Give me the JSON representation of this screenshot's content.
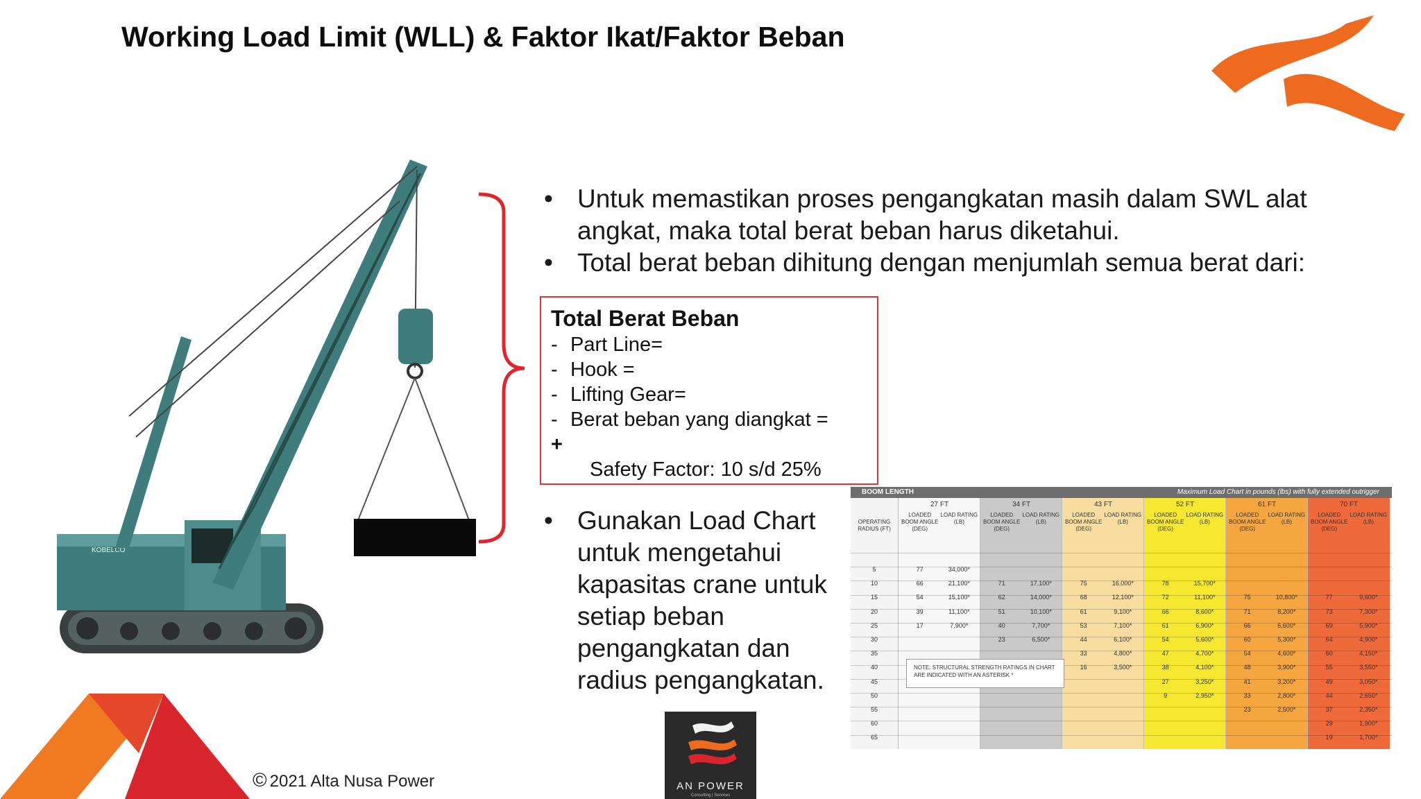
{
  "slide": {
    "title": "Working Load Limit (WLL) & Faktor Ikat/Faktor Beban",
    "bullets": [
      "Untuk memastikan proses pengangkatan masih dalam SWL alat angkat, maka total berat beban harus diketahui.",
      "Total berat beban dihitung dengan menjumlah semua berat dari:"
    ],
    "box": {
      "title": "Total Berat Beban",
      "items": [
        "Part Line=",
        "Hook =",
        "Lifting Gear=",
        "Berat beban yang diangkat ="
      ],
      "plus": "+",
      "safety": "Safety Factor: 10 s/d 25%"
    },
    "bullet3": "Gunakan Load Chart untuk mengetahui kapasitas crane untuk setiap beban pengangkatan dan radius pengangkatan.",
    "copyright_symbol": "©",
    "copyright": "2021 Alta Nusa Power",
    "logo_text": "AN POWER",
    "logo_sub": "Consulting | Services",
    "crane_brand": "KOBELCO"
  },
  "load_chart": {
    "header_left": "BOOM LENGTH",
    "header_right": "Maximum Load Chart in pounds (lbs) with fully extended outrigger",
    "radius_header": "OPERATING RADIUS (FT)",
    "sub_angle": "LOADED BOOM ANGLE (DEG)",
    "sub_rating": "LOAD RATING (LB)",
    "radii": [
      "5",
      "10",
      "15",
      "20",
      "25",
      "30",
      "35",
      "40",
      "45",
      "50",
      "55",
      "60",
      "65"
    ],
    "groups": [
      {
        "label": "27 FT",
        "color": "#f7f7f7",
        "angles": [
          "77",
          "66",
          "54",
          "39",
          "17",
          "",
          "",
          "",
          "",
          "",
          "",
          "",
          ""
        ],
        "ratings": [
          "34,000*",
          "21,100*",
          "15,100*",
          "11,100*",
          "7,900*",
          "",
          "",
          "",
          "",
          "",
          "",
          "",
          ""
        ]
      },
      {
        "label": "34 FT",
        "color": "#c9c9c9",
        "angles": [
          "",
          "71",
          "62",
          "51",
          "40",
          "23",
          "",
          "",
          "",
          "",
          "",
          "",
          ""
        ],
        "ratings": [
          "",
          "17,100*",
          "14,000*",
          "10,100*",
          "7,700*",
          "6,500*",
          "",
          "",
          "",
          "",
          "",
          "",
          ""
        ]
      },
      {
        "label": "43 FT",
        "color": "#f8dca0",
        "angles": [
          "",
          "75",
          "68",
          "61",
          "53",
          "44",
          "33",
          "16",
          "",
          "",
          "",
          "",
          ""
        ],
        "ratings": [
          "",
          "16,000*",
          "12,100*",
          "9,100*",
          "7,100*",
          "6,100*",
          "4,800*",
          "3,500*",
          "",
          "",
          "",
          "",
          ""
        ]
      },
      {
        "label": "52 FT",
        "color": "#f6e830",
        "angles": [
          "",
          "78",
          "72",
          "66",
          "61",
          "54",
          "47",
          "38",
          "27",
          "9",
          "",
          "",
          ""
        ],
        "ratings": [
          "",
          "15,700*",
          "11,100*",
          "8,600*",
          "6,900*",
          "5,600*",
          "4,700*",
          "4,100*",
          "3,250*",
          "2,950*",
          "",
          "",
          ""
        ]
      },
      {
        "label": "61 FT",
        "color": "#f5a640",
        "angles": [
          "",
          "",
          "75",
          "71",
          "66",
          "60",
          "54",
          "48",
          "41",
          "33",
          "23",
          "",
          ""
        ],
        "ratings": [
          "",
          "",
          "10,800*",
          "8,200*",
          "6,600*",
          "5,300*",
          "4,600*",
          "3,900*",
          "3,200*",
          "2,800*",
          "2,500*",
          "",
          ""
        ]
      },
      {
        "label": "70 FT",
        "color": "#ef6a3a",
        "angles": [
          "",
          "",
          "77",
          "73",
          "69",
          "64",
          "60",
          "55",
          "49",
          "44",
          "37",
          "29",
          "19"
        ],
        "ratings": [
          "",
          "",
          "9,600*",
          "7,300*",
          "5,900*",
          "4,900*",
          "4,150*",
          "3,550*",
          "3,050*",
          "2,650*",
          "2,350*",
          "1,900*",
          "1,700*"
        ]
      }
    ],
    "note": "NOTE: STRUCTURAL STRENGTH RATINGS IN CHART ARE INDICATED WITH AN ASTERISK *"
  }
}
